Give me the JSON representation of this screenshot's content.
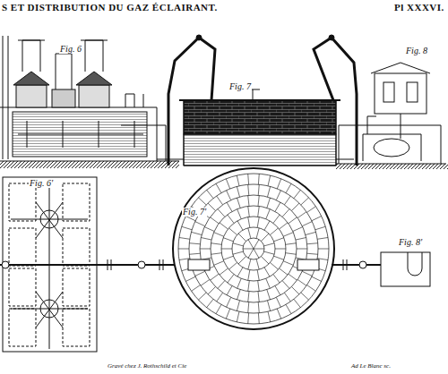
{
  "diagram": {
    "title": "S ET DISTRIBUTION DU GAZ ÉCLAIRANT.",
    "labels": [
      "Pl XXXVI.",
      "Fig. 6",
      "Fig. 7",
      "Fig. 8",
      "Fig. 6'",
      "Fig. 7'",
      "Fig. 8'",
      "Gravé chez J. Rothschild et Cie",
      "Ad Le Blanc sc."
    ]
  }
}
